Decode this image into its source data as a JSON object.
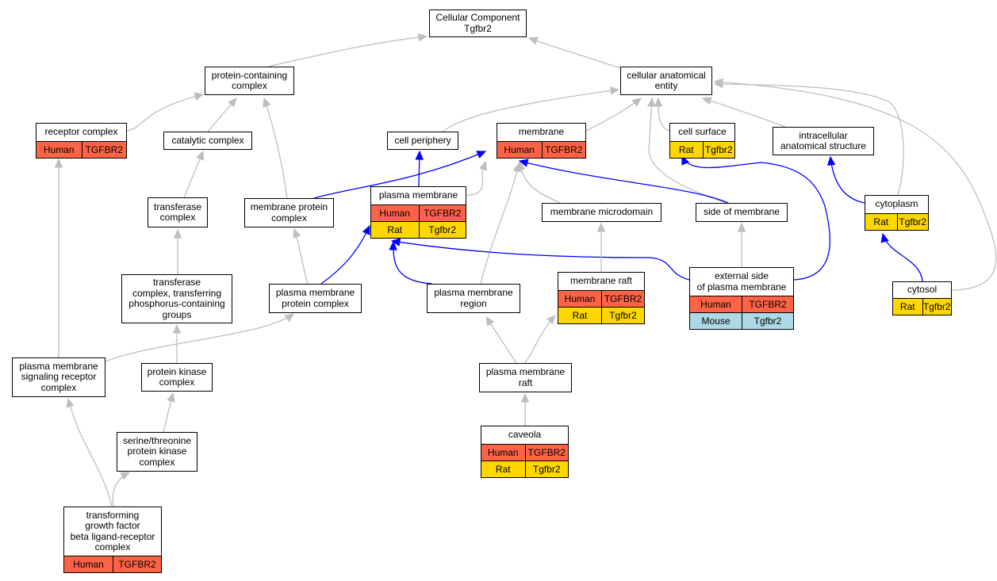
{
  "colors": {
    "human": "#FF6347",
    "rat": "#FFD700",
    "mouse": "#ADD8E6",
    "edge_is_a": "#BEBEBE",
    "edge_part_of": "#0000FF"
  },
  "nodes": {
    "root": {
      "title": "Cellular Component\nTgfbr2"
    },
    "protein_containing_complex": {
      "title": "protein-containing\ncomplex"
    },
    "cellular_anatomical_entity": {
      "title": "cellular anatomical\nentity"
    },
    "receptor_complex": {
      "title": "receptor complex",
      "rows": [
        {
          "species": "Human",
          "gene": "TGFBR2"
        }
      ]
    },
    "catalytic_complex": {
      "title": "catalytic complex"
    },
    "cell_periphery": {
      "title": "cell periphery"
    },
    "membrane": {
      "title": "membrane",
      "rows": [
        {
          "species": "Human",
          "gene": "TGFBR2"
        }
      ]
    },
    "cell_surface": {
      "title": "cell surface",
      "rows": [
        {
          "species": "Rat",
          "gene": "Tgfbr2"
        }
      ]
    },
    "intracellular_anatomical_structure": {
      "title": "intracellular\nanatomical structure"
    },
    "transferase_complex": {
      "title": "transferase\ncomplex"
    },
    "membrane_protein_complex": {
      "title": "membrane protein\ncomplex"
    },
    "plasma_membrane": {
      "title": "plasma membrane",
      "rows": [
        {
          "species": "Human",
          "gene": "TGFBR2"
        },
        {
          "species": "Rat",
          "gene": "Tgfbr2"
        }
      ]
    },
    "membrane_microdomain": {
      "title": "membrane microdomain"
    },
    "side_of_membrane": {
      "title": "side of membrane"
    },
    "cytoplasm": {
      "title": "cytoplasm",
      "rows": [
        {
          "species": "Rat",
          "gene": "Tgfbr2"
        }
      ]
    },
    "transferase_phospho": {
      "title": "transferase\ncomplex, transferring\nphosphorus-containing\ngroups"
    },
    "plasma_membrane_protein_complex": {
      "title": "plasma membrane\nprotein complex"
    },
    "plasma_membrane_region": {
      "title": "plasma membrane\nregion"
    },
    "membrane_raft": {
      "title": "membrane raft",
      "rows": [
        {
          "species": "Human",
          "gene": "TGFBR2"
        },
        {
          "species": "Rat",
          "gene": "Tgfbr2"
        }
      ]
    },
    "external_side_pm": {
      "title": "external side\nof plasma membrane",
      "rows": [
        {
          "species": "Human",
          "gene": "TGFBR2"
        },
        {
          "species": "Mouse",
          "gene": "Tgfbr2"
        }
      ]
    },
    "cytosol": {
      "title": "cytosol",
      "rows": [
        {
          "species": "Rat",
          "gene": "Tgfbr2"
        }
      ]
    },
    "pm_signaling_receptor_complex": {
      "title": "plasma membrane\nsignaling receptor\ncomplex"
    },
    "protein_kinase_complex": {
      "title": "protein kinase\ncomplex"
    },
    "plasma_membrane_raft": {
      "title": "plasma membrane\nraft"
    },
    "serine_threonine_pk_complex": {
      "title": "serine/threonine\nprotein kinase\ncomplex"
    },
    "caveola": {
      "title": "caveola",
      "rows": [
        {
          "species": "Human",
          "gene": "TGFBR2"
        },
        {
          "species": "Rat",
          "gene": "Tgfbr2"
        }
      ]
    },
    "tgfb_ligand_receptor_complex": {
      "title": "transforming\ngrowth factor\nbeta ligand-receptor\ncomplex",
      "rows": [
        {
          "species": "Human",
          "gene": "TGFBR2"
        }
      ]
    }
  }
}
